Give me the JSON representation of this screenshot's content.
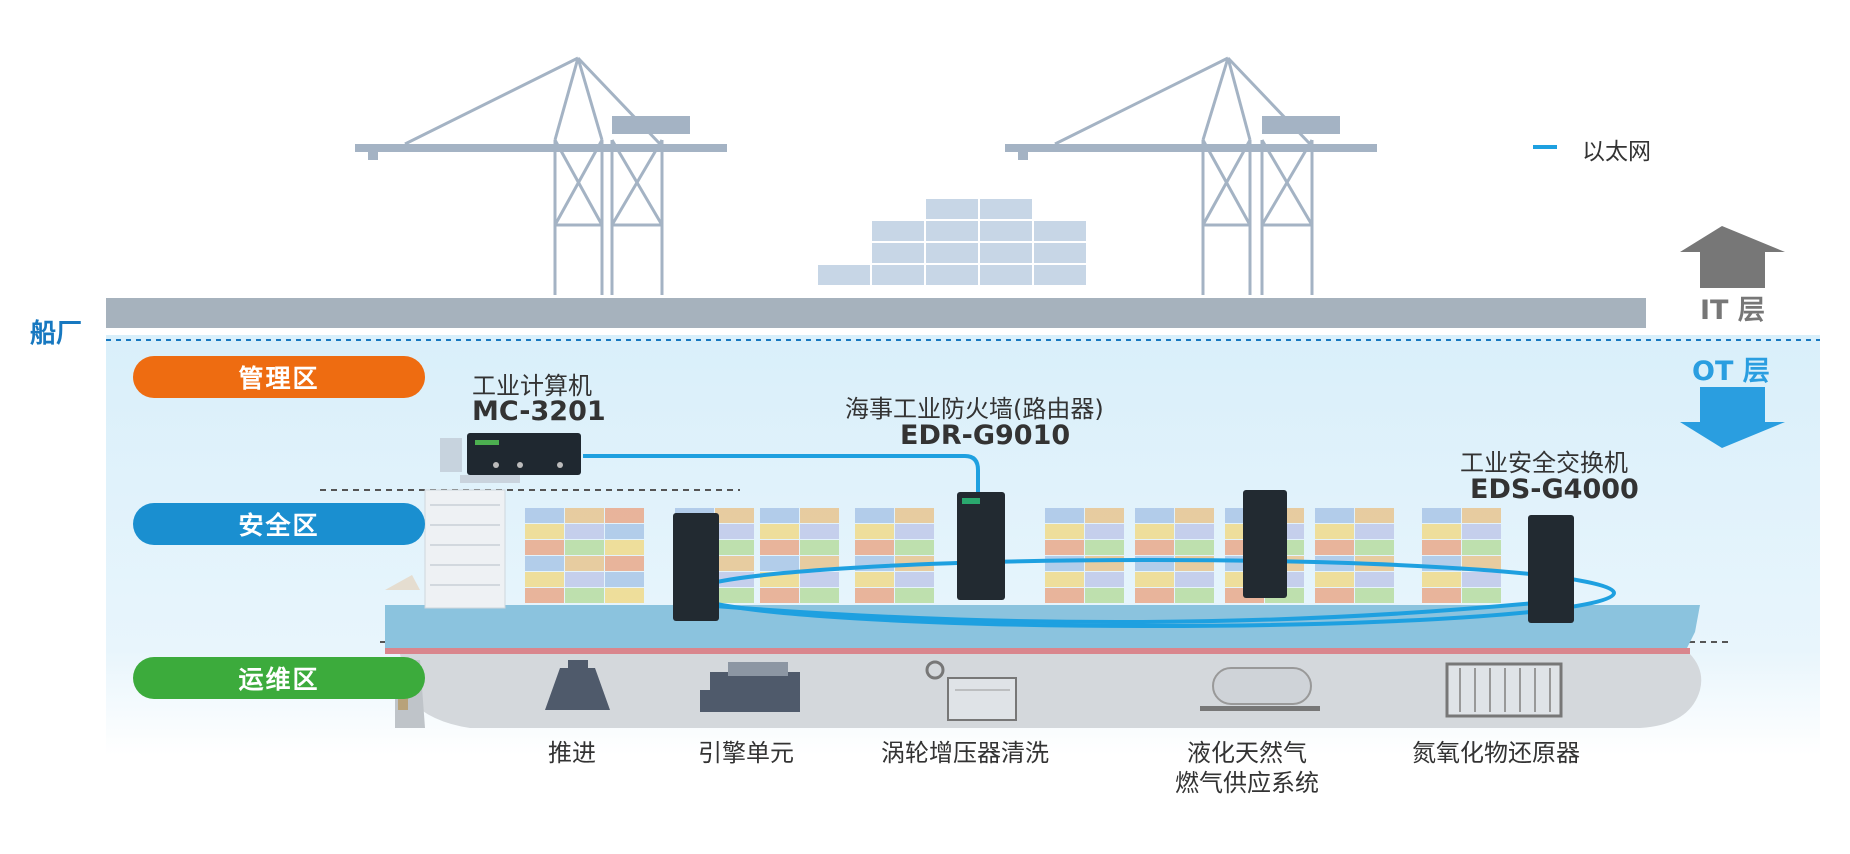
{
  "legend": {
    "ethernet_label": "以太网",
    "ethernet_color": "#1ea0e0"
  },
  "layers": {
    "it_label": "IT 层",
    "ot_label": "OT 层"
  },
  "shipyard_label": "船厂",
  "zones": [
    {
      "label": "管理区",
      "color": "#ee6c11"
    },
    {
      "label": "安全区",
      "color": "#1a8fd0"
    },
    {
      "label": "运维区",
      "color": "#3cab3c"
    }
  ],
  "devices": {
    "computer": {
      "name": "工业计算机",
      "model": "MC-3201"
    },
    "firewall": {
      "name": "海事工业防火墙(路由器)",
      "model": "EDR-G9010"
    },
    "switch": {
      "name": "工业安全交换机",
      "model": "EDS-G4000"
    }
  },
  "equipment": [
    "推进",
    "引擎单元",
    "涡轮增压器清洗",
    "液化天然气\n燃气供应系统",
    "氮氧化物还原器"
  ],
  "colors": {
    "ethernet": "#1ea0e0",
    "it_arrow": "#777777",
    "ot_arrow": "#2a9ee0",
    "shipyard_text": "#1778c0",
    "ot_text": "#2a9ee0"
  }
}
